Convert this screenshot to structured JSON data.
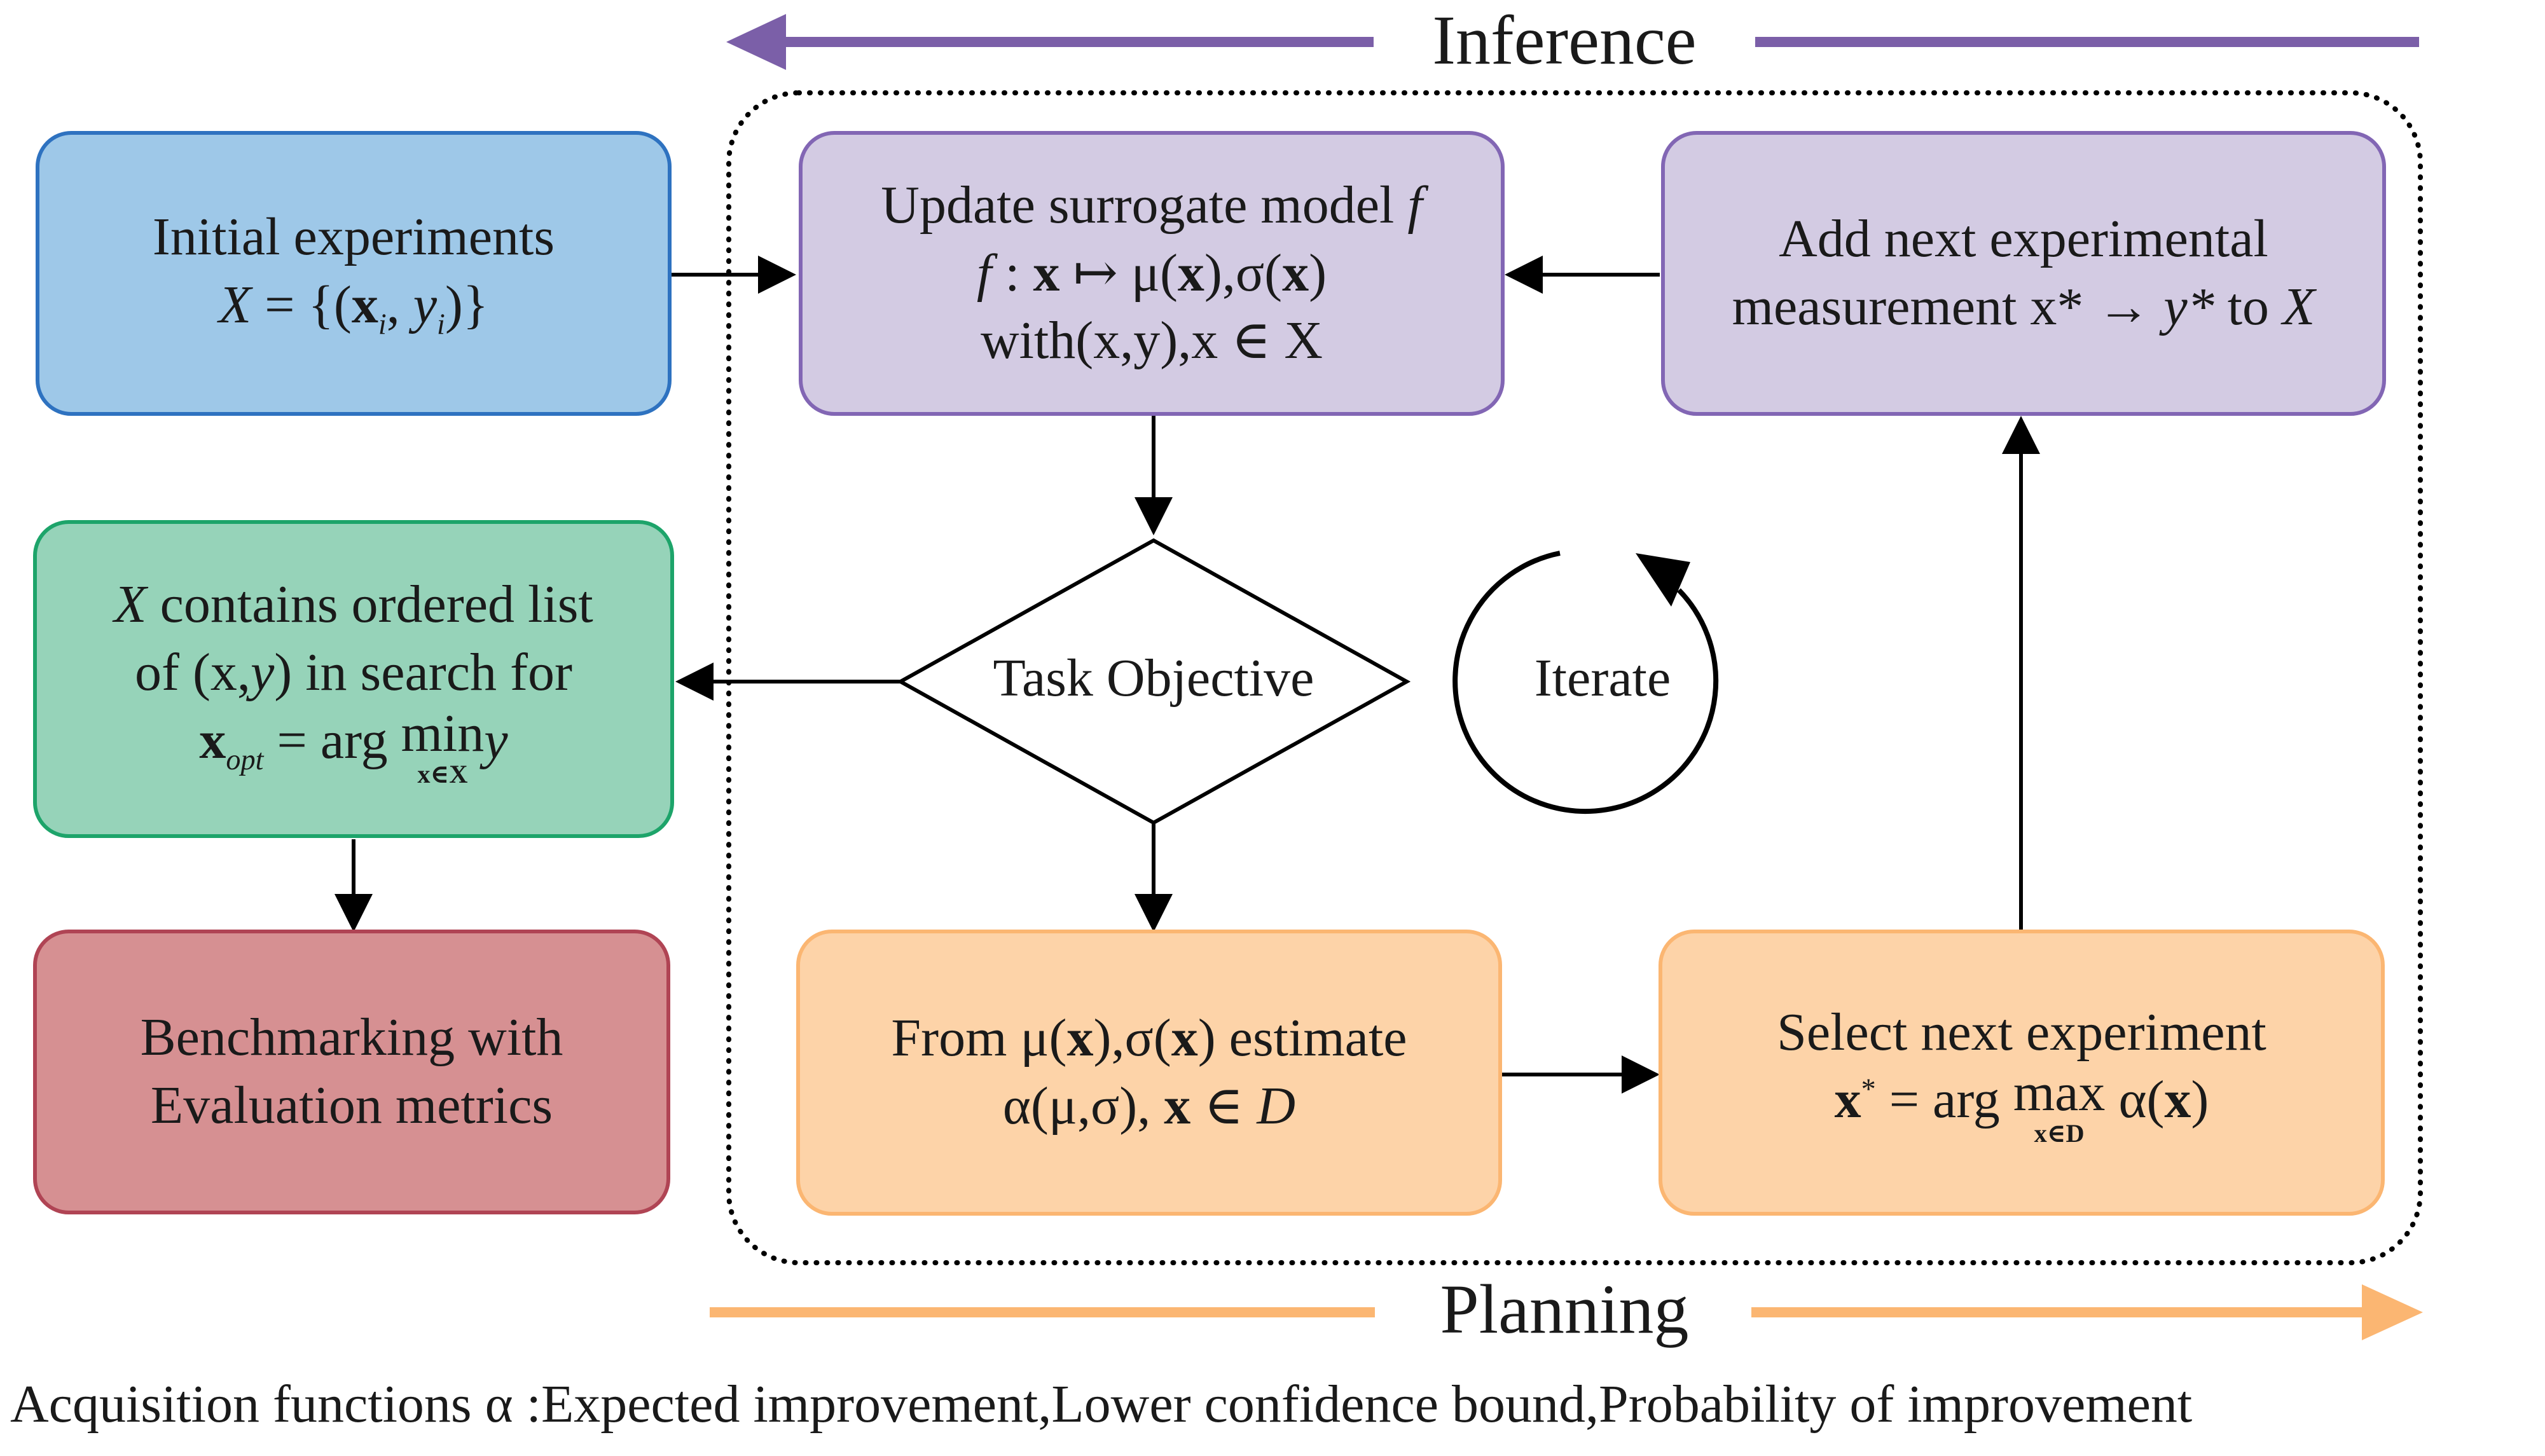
{
  "header": {
    "inference_label": "Inference"
  },
  "footer": {
    "planning_label": "Planning",
    "acquisition_caption": "Acquisition functions  α :Expected improvement,Lower confidence bound,Probability of improvement"
  },
  "boxes": {
    "initial_experiments": {
      "line1": "Initial experiments",
      "lhs": "X",
      "eq": " = {(",
      "x": "x",
      "i": "i",
      "comma": ", ",
      "y": "y",
      "close": ")}"
    },
    "update_model": {
      "line1": "Update surrogate model ",
      "f": "f",
      "f2": "f",
      "map": " : ",
      "xb": "x",
      "mapsto": " ↦ μ(",
      "xb2": "x",
      "mid": "),σ(",
      "xb3": "x",
      "end": ")",
      "line3": "with(x,y),x ∈ X"
    },
    "add_measurement": {
      "line1": "Add next experimental",
      "line2a": "measurement x* → ",
      "ystar": "y*",
      "to": " to ",
      "X": "X"
    },
    "task_objective": {
      "label": "Task Objective"
    },
    "iterate": {
      "label": "Iterate"
    },
    "ordered_list": {
      "X": "X",
      "line1": " contains ordered list",
      "line2a": "of (x,",
      "y": "y",
      "line2b": ") in search for",
      "xopt": "x",
      "opt": "opt",
      "eq": " = arg ",
      "min": "min",
      "minsub": "x∈X",
      "yv": "y"
    },
    "benchmarking": {
      "line1": "Benchmarking with",
      "line2": "Evaluation metrics"
    },
    "estimate": {
      "line1a": "From μ(",
      "xb": "x",
      "line1b": "),σ(",
      "xb2": "x",
      "line1c": ") estimate",
      "line2a": "α(μ,σ), ",
      "xb3": "x",
      "line2b": " ∈ ",
      "D": "D"
    },
    "select_next": {
      "line1": "Select next experiment",
      "x": "x",
      "star": "*",
      "eq": " = arg ",
      "max": "max",
      "maxsub": "x∈D",
      "alpha": " α(",
      "xb": "x",
      "end": ")"
    }
  },
  "colors": {
    "inference_arrow": "#7b5fa8",
    "planning_arrow": "#fbb672",
    "blue": "#9ec8e8",
    "purple": "#d3cbe3",
    "green": "#96d3b9",
    "red": "#d69092",
    "orange": "#fdd3a8"
  }
}
